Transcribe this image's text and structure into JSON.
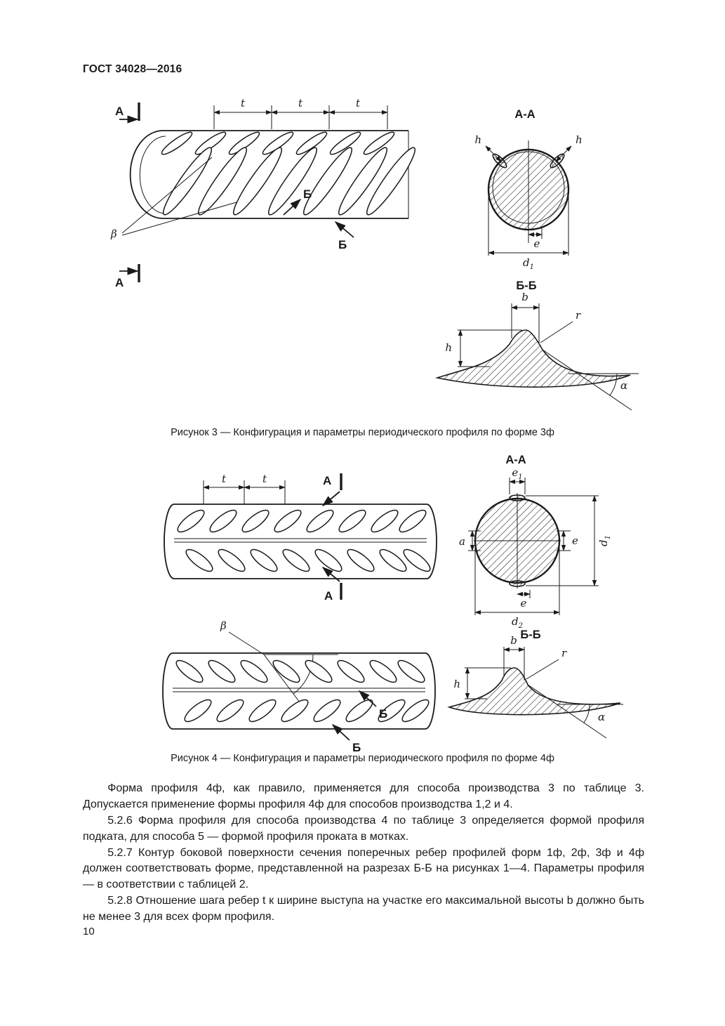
{
  "colors": {
    "paper": "#ffffff",
    "ink": "#1a1a1a"
  },
  "header": {
    "doc_number": "ГОСТ 34028—2016"
  },
  "marks": {
    "A": "А",
    "B": "Б",
    "AA": "А-А",
    "BB": "Б-Б"
  },
  "dims": {
    "t": "t",
    "b": "b",
    "h": "h",
    "r": "r",
    "e": "e",
    "a": "a",
    "alpha": "α",
    "beta": "β",
    "d1": {
      "base": "d",
      "sub": "1"
    },
    "d2": {
      "base": "d",
      "sub": "2"
    },
    "e1": {
      "base": "e",
      "sub": "1"
    }
  },
  "fig3": {
    "caption": "Рисунок 3 — Конфигурация и параметры периодического профиля по форме 3ф"
  },
  "fig4": {
    "caption": "Рисунок 4 — Конфигурация и параметры периодического профиля по форме 4ф"
  },
  "body": {
    "p1": "Форма профиля 4ф, как правило, применяется для способа производства 3 по таблице 3. Допускается применение формы профиля 4ф для способов производства 1,2 и 4.",
    "p2": "5.2.6 Форма профиля для способа производства 4 по таблице 3 определяется формой профиля подката, для способа 5 — формой профиля проката в мотках.",
    "p3": "5.2.7 Контур боковой поверхности сечения поперечных ребер профилей форм 1ф, 2ф, 3ф и 4ф должен соответствовать форме, представленной на разрезах Б-Б на рисунках 1—4. Параметры профиля — в соответствии с таблицей 2.",
    "p4": "5.2.8 Отношение шага ребер t к ширине выступа на участке его максимальной высоты b должно быть не менее 3 для всех форм профиля."
  },
  "footer": {
    "page_number": "10"
  }
}
